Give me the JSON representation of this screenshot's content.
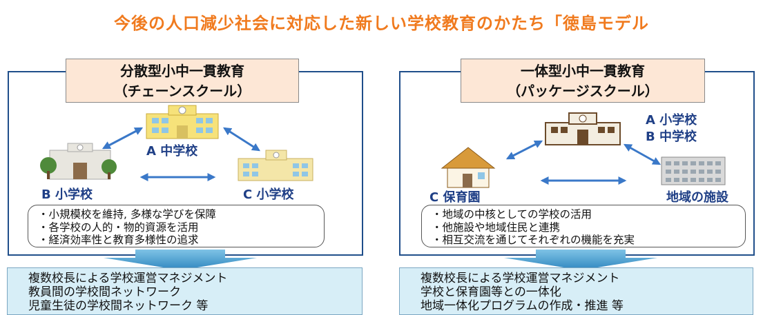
{
  "title": "今後の人口減少社会に対応した新しい学校教育のかたち「徳島モデル",
  "left": {
    "heading_line1": "分散型小中一貫教育",
    "heading_line2": "（チェーンスクール）",
    "label_a": "A 中学校",
    "label_b": "B 小学校",
    "label_c": "C 小学校",
    "bullets": [
      "・小規模校を維持, 多様な学びを保障",
      "・各学校の人的・物的資源を活用",
      "・経済効率性と教育多様性の追求"
    ],
    "outcomes": [
      "複数校長による学校運営マネジメント",
      "教員間の学校間ネットワーク",
      "児童生徒の学校間ネットワーク 等"
    ]
  },
  "right": {
    "heading_line1": "一体型小中一貫教育",
    "heading_line2": "（パッケージスクール）",
    "label_a": "A 小学校",
    "label_b": "B 中学校",
    "label_c": "C 保育園",
    "label_d": "地域の施設",
    "bullets": [
      "・地域の中核としての学校の活用",
      "・他施設や地域住民と連携",
      "・相互交流を通じてそれぞれの機能を充実"
    ],
    "outcomes": [
      "複数校長による学校運営マネジメント",
      "学校と保育園等との一体化",
      "地域一体化プログラムの作成・推進 等"
    ]
  },
  "colors": {
    "title": "#f07a1e",
    "frame": "#1f4e8a",
    "label_text": "#1f3f86",
    "arrow": "#3a78c8",
    "heading_bg": "#fde7d6",
    "outcome_bg": "#d7eef7",
    "down_arrow": "#4aa3d3"
  }
}
